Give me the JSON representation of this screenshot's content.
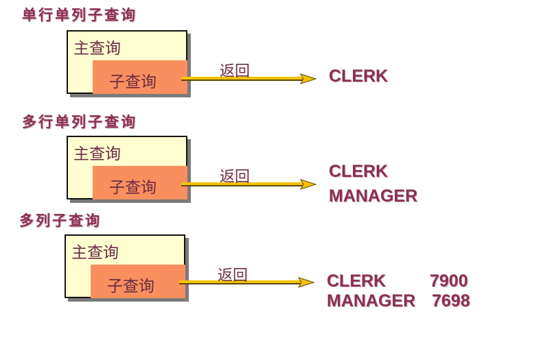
{
  "colors": {
    "outer_fill": "#fefed0",
    "inner_fill": "#f98f5f",
    "arrow": "#f5c200",
    "text": "#8a2f52"
  },
  "sections": [
    {
      "heading": "单行单列子查询",
      "main_query": "主查询",
      "sub_query": "子查询",
      "return_label": "返回",
      "results": [
        [
          "CLERK",
          ""
        ]
      ]
    },
    {
      "heading": "多行单列子查询",
      "main_query": "主查询",
      "sub_query": "子查询",
      "return_label": "返回",
      "results": [
        [
          "CLERK",
          ""
        ],
        [
          "MANAGER",
          ""
        ]
      ]
    },
    {
      "heading": "多列子查询",
      "main_query": "主查询",
      "sub_query": "子查询",
      "return_label": "返回",
      "results": [
        [
          "CLERK",
          "7900"
        ],
        [
          "MANAGER",
          "7698"
        ]
      ]
    }
  ]
}
